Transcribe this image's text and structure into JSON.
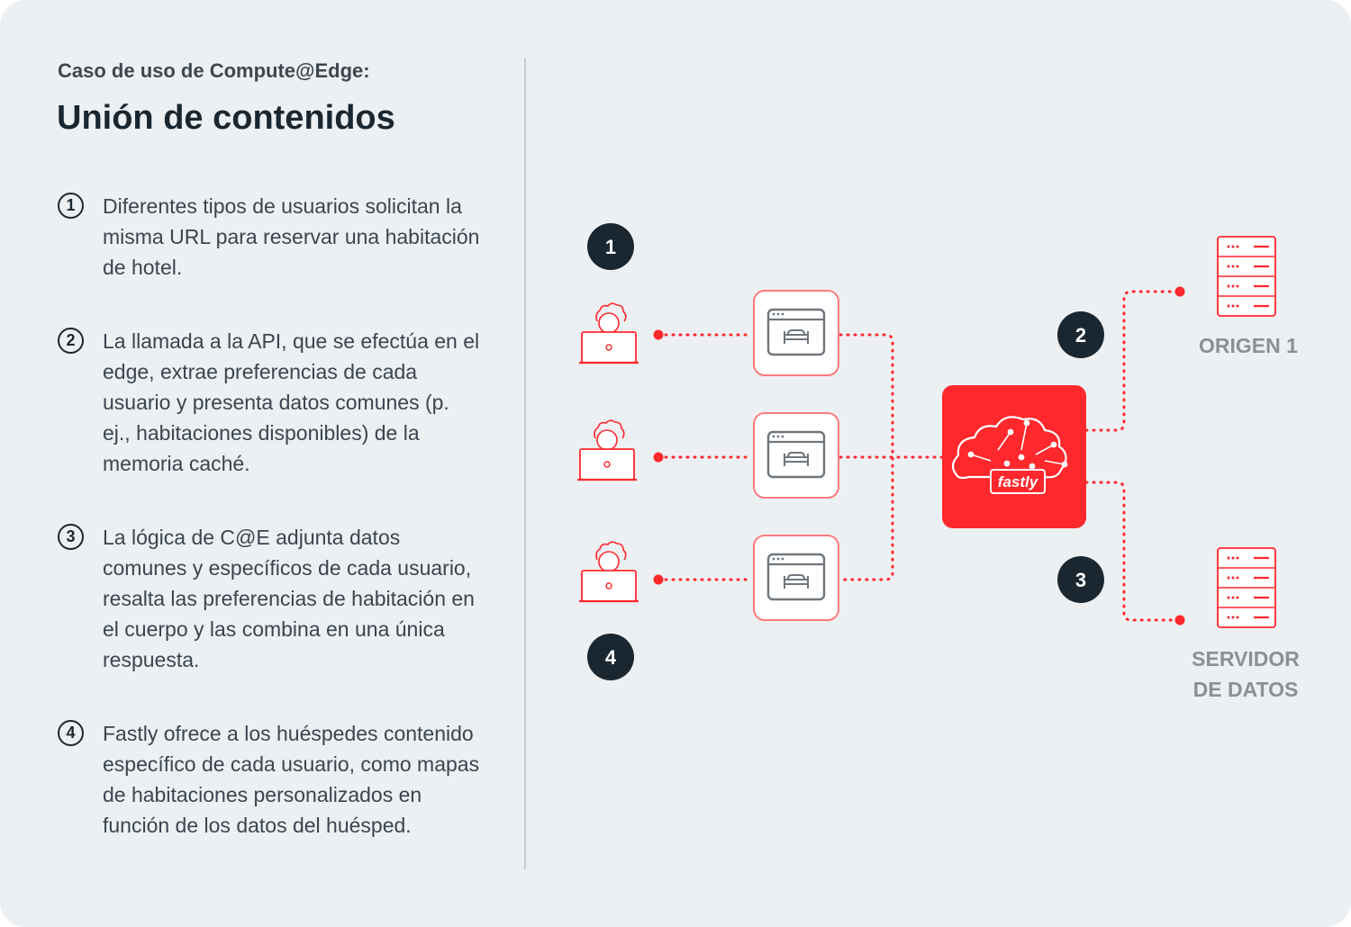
{
  "header": {
    "subtitle": "Caso de uso de Compute@Edge:",
    "title": "Unión de contenidos"
  },
  "steps": [
    {
      "number": "1",
      "text": "Diferentes tipos de usuarios solicitan la misma URL para reservar una habitación de hotel."
    },
    {
      "number": "2",
      "text": "La llamada a la API, que se efectúa en el edge, extrae preferencias de cada usuario y presenta datos comunes (p. ej., habitaciones disponibles) de la memoria caché."
    },
    {
      "number": "3",
      "text": "La lógica de C@E adjunta datos comunes y específicos de cada usuario, resalta las preferencias de habitación en el cuerpo y las combina en una única respuesta."
    },
    {
      "number": "4",
      "text": "Fastly ofrece a los huéspedes contenido específico de cada usuario, como mapas de habitaciones personalizados en función de los datos del huésped."
    }
  ],
  "diagram": {
    "badges": [
      "1",
      "2",
      "3",
      "4"
    ],
    "edge_logo": "fastly",
    "origin_label": "ORIGEN 1",
    "data_server_label_line1": "SERVIDOR",
    "data_server_label_line2": "DE DATOS"
  },
  "colors": {
    "accent_red": "#ff282d",
    "dark": "#1b2730",
    "background": "#edf0f2",
    "muted_label": "#8a9097"
  },
  "icons": {
    "user": "user-with-laptop-icon",
    "browser": "browser-window-bed-icon",
    "server": "server-rack-icon",
    "edge": "fastly-cloud-icon"
  }
}
